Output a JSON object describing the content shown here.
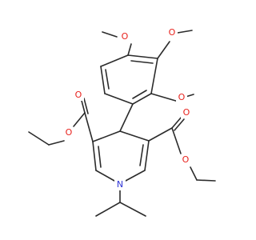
{
  "molecule": {
    "atoms": {
      "o1": {
        "symbol": "O",
        "color": "#e8221d"
      },
      "o2": {
        "symbol": "O",
        "color": "#e8221d"
      },
      "o3": {
        "symbol": "O",
        "color": "#e8221d"
      },
      "o4": {
        "symbol": "O",
        "color": "#e8221d"
      },
      "o5": {
        "symbol": "O",
        "color": "#e8221d"
      },
      "o6": {
        "symbol": "O",
        "color": "#e8221d"
      },
      "o7": {
        "symbol": "O",
        "color": "#e8221d"
      },
      "n1": {
        "symbol": "N",
        "color": "#2f34d6"
      }
    },
    "bond_color": "#2b2b2b"
  }
}
